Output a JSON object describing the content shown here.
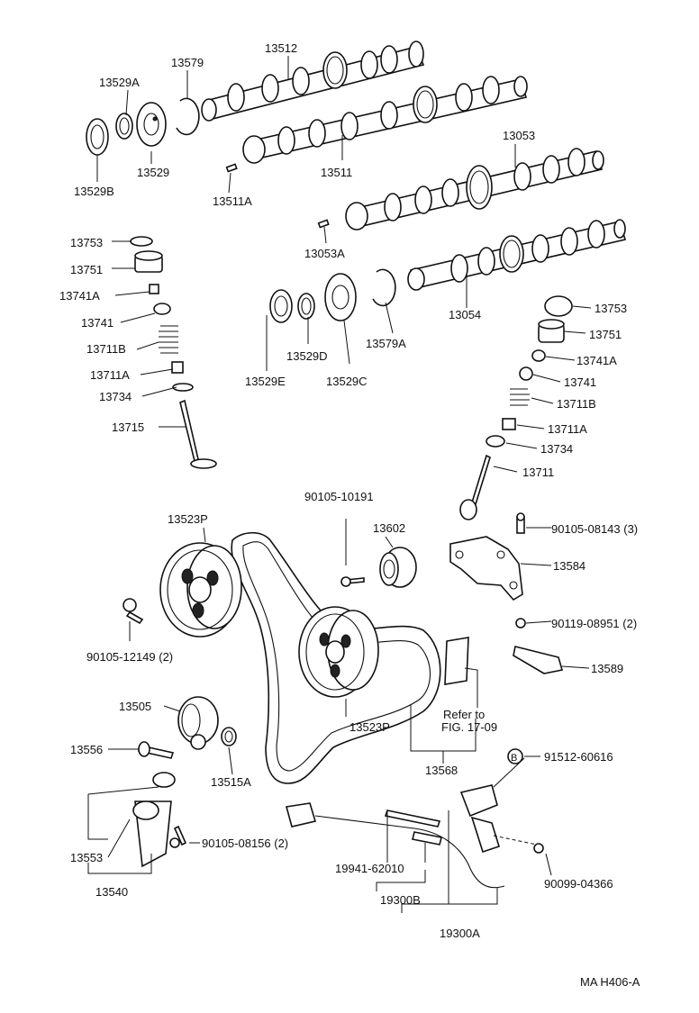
{
  "labels": {
    "p13512": "13512",
    "p13579": "13579",
    "p13529A": "13529A",
    "p13529": "13529",
    "p13529B": "13529B",
    "p13511": "13511",
    "p13511A": "13511A",
    "p13053": "13053",
    "p13053A": "13053A",
    "p13054": "13054",
    "p13753L": "13753",
    "p13751L": "13751",
    "p13741AL": "13741A",
    "p13741L": "13741",
    "p13711BL": "13711B",
    "p13711AL": "13711A",
    "p13734L": "13734",
    "p13715": "13715",
    "p13529E": "13529E",
    "p13529D": "13529D",
    "p13529C": "13529C",
    "p13579A": "13579A",
    "p13753R": "13753",
    "p13751R": "13751",
    "p13741AR": "13741A",
    "p13741R": "13741",
    "p13711BR": "13711B",
    "p13711AR": "13711A",
    "p13734R": "13734",
    "p13711": "13711",
    "p90105_10191": "90105-10191",
    "p13523P_top": "13523P",
    "p13602": "13602",
    "p90105_08143": "90105-08143 (3)",
    "p13584": "13584",
    "p90105_12149": "90105-12149 (2)",
    "p90119_08951": "90119-08951 (2)",
    "p13589": "13589",
    "p13505": "13505",
    "refer_line1": "Refer to",
    "refer_line2": "FIG. 17-09",
    "p13523P_bottom": "13523P",
    "p13556": "13556",
    "p13515A": "13515A",
    "p13568": "13568",
    "b_marker": "B",
    "p91512_60616": "91512-60616",
    "p13553": "13553",
    "p90105_08156": "90105-08156 (2)",
    "p13540": "13540",
    "p19941_62010": "19941-62010",
    "p19300B": "19300B",
    "p90099_04366": "90099-04366",
    "p19300A": "19300A",
    "footer_code": "MA  H406-A"
  }
}
